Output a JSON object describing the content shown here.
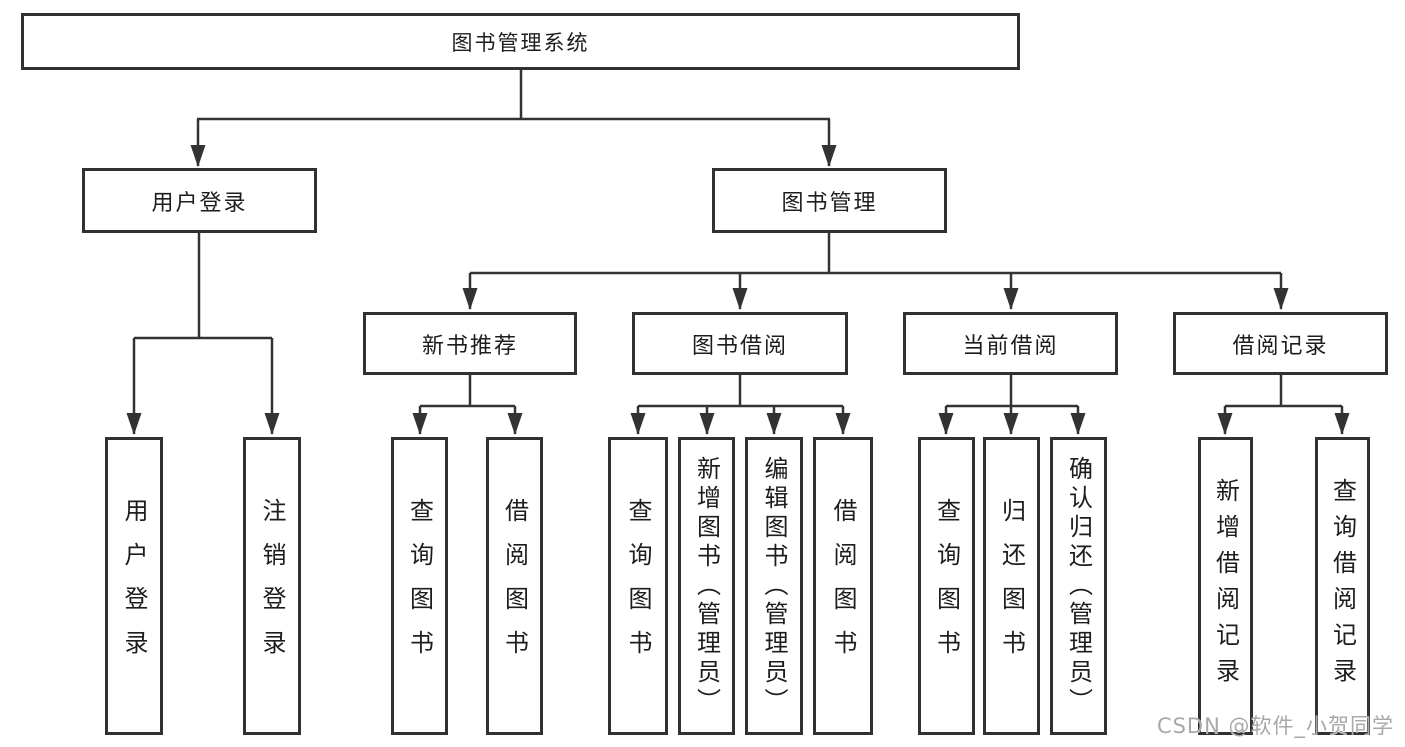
{
  "tree": {
    "root": {
      "label": "图书管理系统"
    },
    "branches": [
      {
        "label": "用户登录",
        "children": [
          {
            "label": "用户登录"
          },
          {
            "label": "注销登录"
          }
        ]
      },
      {
        "label": "图书管理",
        "children": [
          {
            "label": "新书推荐",
            "children": [
              {
                "label": "查询图书"
              },
              {
                "label": "借阅图书"
              }
            ]
          },
          {
            "label": "图书借阅",
            "children": [
              {
                "label": "查询图书"
              },
              {
                "label": "新增图书（管理员）"
              },
              {
                "label": "编辑图书（管理员）"
              },
              {
                "label": "借阅图书"
              }
            ]
          },
          {
            "label": "当前借阅",
            "children": [
              {
                "label": "查询图书"
              },
              {
                "label": "归还图书"
              },
              {
                "label": "确认归还（管理员）"
              }
            ]
          },
          {
            "label": "借阅记录",
            "children": [
              {
                "label": "新增借阅记录"
              },
              {
                "label": "查询借阅记录"
              }
            ]
          }
        ]
      }
    ]
  },
  "watermark": "CSDN @软件_小贺同学",
  "colors": {
    "line": "#333333",
    "box_border": "#313131",
    "box_fill": "#ffffff",
    "text": "#1d1d1f",
    "watermark": "#a8a8a8"
  }
}
